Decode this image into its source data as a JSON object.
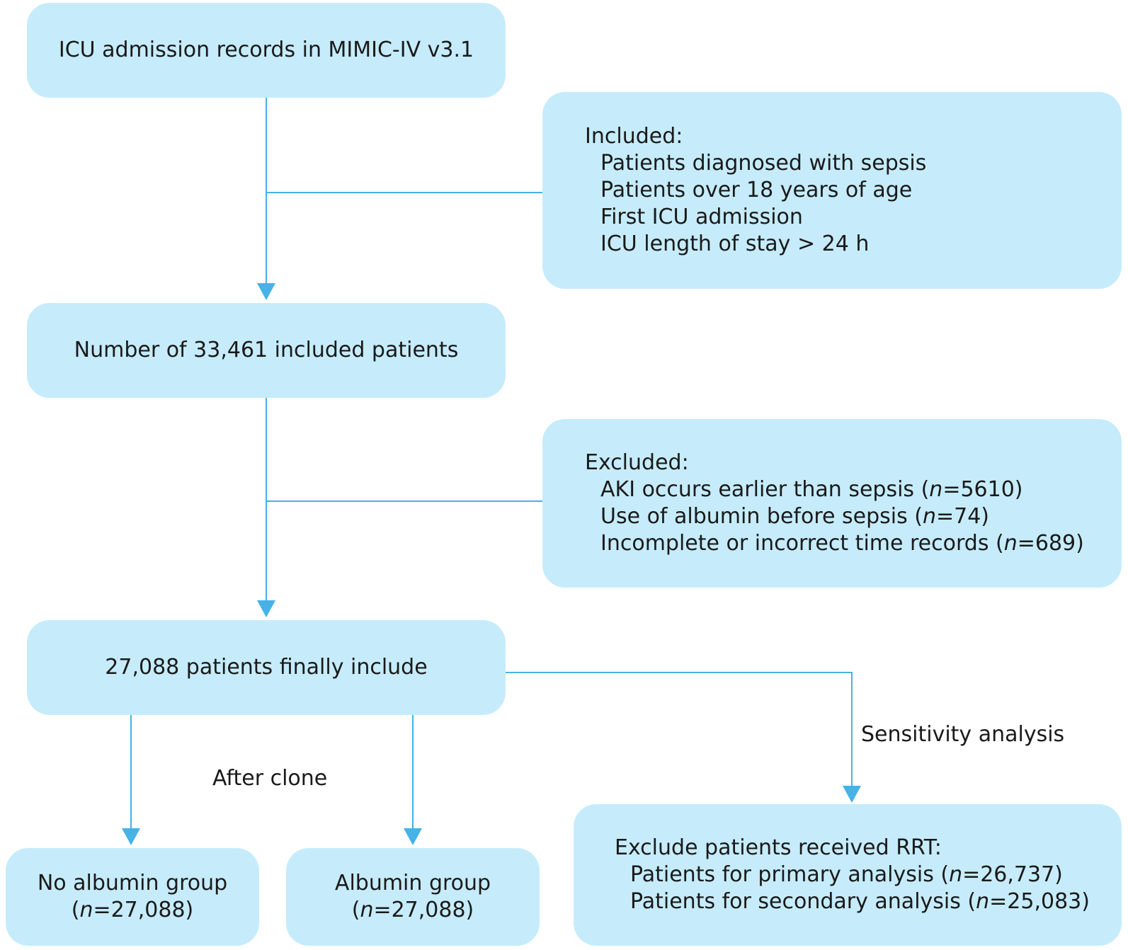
{
  "colors": {
    "box_fill": "#c6ecfb",
    "arrow": "#45b2e8",
    "text": "#1a1a1a"
  },
  "nodes": {
    "source": {
      "text": "ICU admission records in MIMIC-IV v3.1"
    },
    "inclusion": {
      "heading": "Included:",
      "items": [
        "Patients diagnosed with sepsis",
        "Patients over 18 years of age",
        "First ICU admission",
        "ICU length of stay > 24 h"
      ]
    },
    "included_count": {
      "text": "Number of 33,461 included patients"
    },
    "exclusion": {
      "heading": "Excluded:",
      "items": [
        {
          "text": "AKI occurs earlier than sepsis (",
          "n_label": "n",
          "n_value": "=5610)"
        },
        {
          "text": "Use of albumin before sepsis (",
          "n_label": "n",
          "n_value": "=74)"
        },
        {
          "text": "Incomplete or incorrect time records (",
          "n_label": "n",
          "n_value": "=689)"
        }
      ]
    },
    "final": {
      "text": "27,088 patients finally include"
    },
    "no_albumin": {
      "label": "No albumin group",
      "open": "(",
      "n_label": "n",
      "n_value": "=27,088)"
    },
    "albumin": {
      "label": "Albumin group",
      "open": "(",
      "n_label": "n",
      "n_value": "=27,088)"
    },
    "rrt": {
      "heading": "Exclude patients received RRT:",
      "items": [
        {
          "text": "Patients for primary analysis (",
          "n_label": "n",
          "n_value": "=26,737)"
        },
        {
          "text": "Patients for secondary analysis (",
          "n_label": "n",
          "n_value": "=25,083)"
        }
      ]
    }
  },
  "edge_labels": {
    "after_clone": "After clone",
    "sensitivity": "Sensitivity analysis"
  }
}
